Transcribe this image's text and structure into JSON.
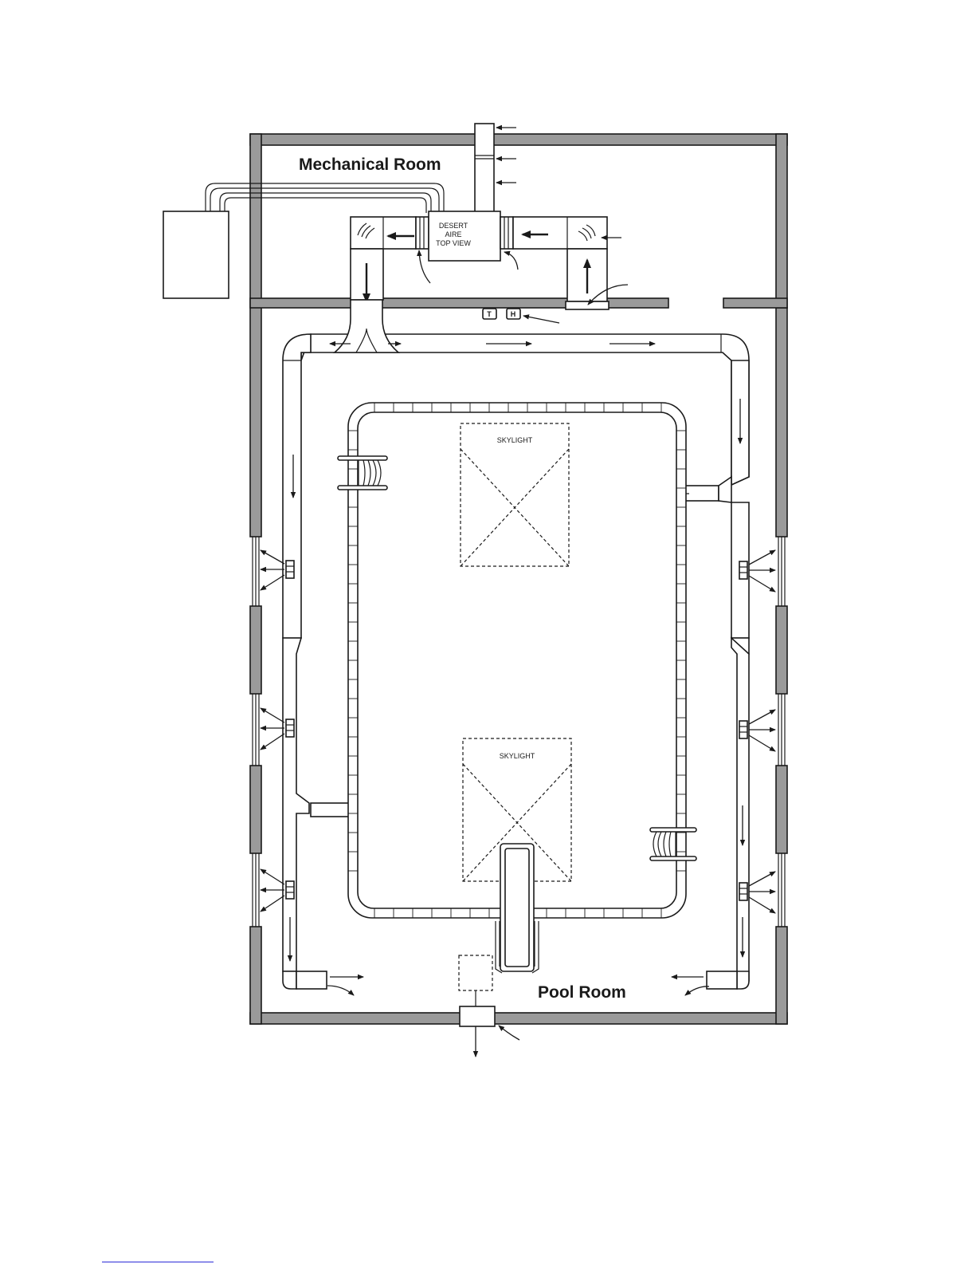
{
  "labels": {
    "mechanical_room": "Mechanical Room",
    "pool_room": "Pool Room",
    "unit_line1": "DESERT",
    "unit_line2": "AIRE",
    "unit_line3": "TOP VIEW",
    "skylight_top": "SKYLIGHT",
    "skylight_bottom": "SKYLIGHT",
    "thermostat": "T",
    "humidistat": "H"
  },
  "colors": {
    "wall_fill": "#9a9a9a",
    "line": "#1a1a1a",
    "footer_link_line": "#2a2ad8"
  }
}
